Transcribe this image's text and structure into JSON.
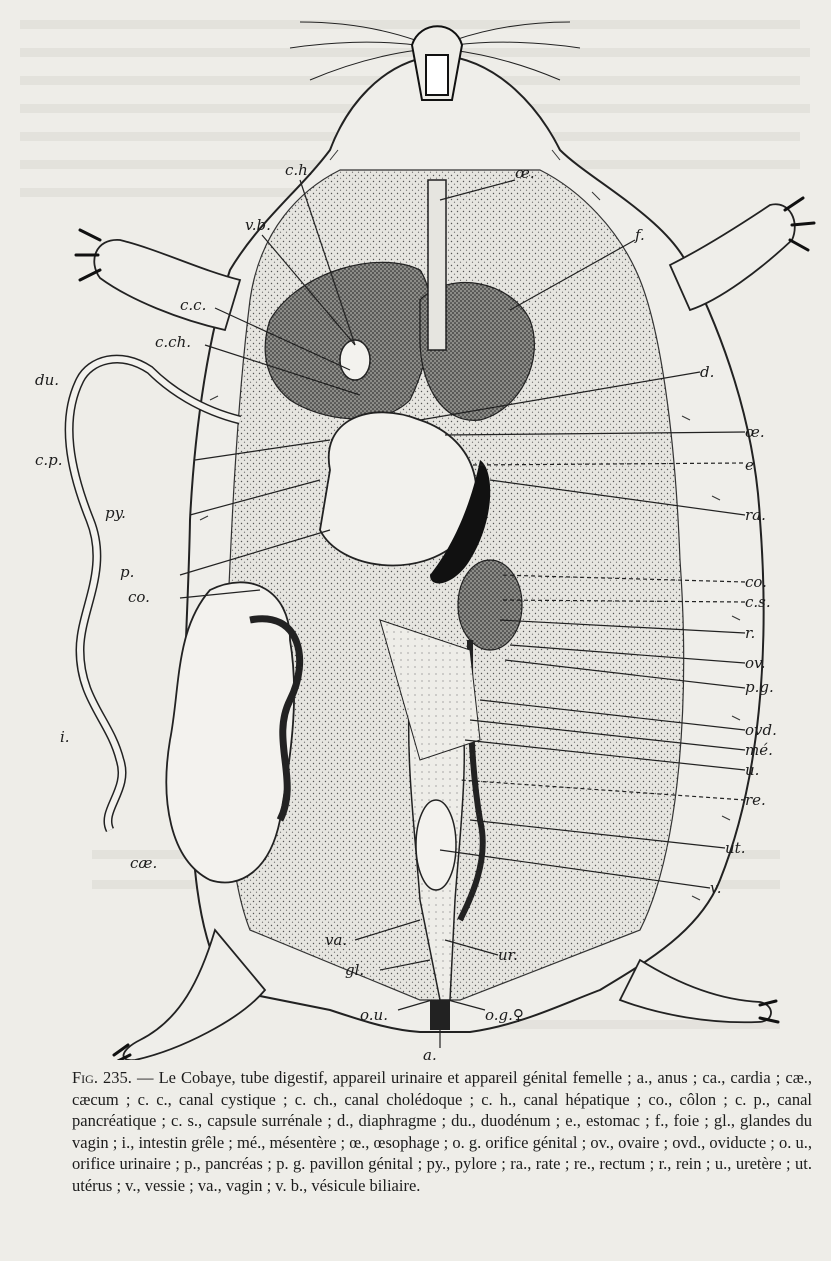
{
  "figure": {
    "labels": {
      "oe_top": "œ.",
      "ch": "c.h.",
      "vb": "v.b.",
      "f": "f.",
      "cc": "c.c.",
      "cch": "c.ch.",
      "du": "du.",
      "d": "d.",
      "oe": "œ.",
      "e": "e",
      "cp": "c.p.",
      "py": "py.",
      "ra": "ra.",
      "p": "p.",
      "co_left": "co.",
      "co_right": "co.",
      "cs": "c.s.",
      "r": "r.",
      "ov": "ov.",
      "pg": "p.g.",
      "i": "i.",
      "ovd": "ovd.",
      "me": "mé.",
      "u": "u.",
      "re": "re.",
      "ut": "ut.",
      "cae": "cæ.",
      "v": "v.",
      "va": "va.",
      "ur": "ur.",
      "gl": "gl.",
      "ou": "o.u.",
      "og": "o.g.♀",
      "a": "a."
    }
  },
  "caption": {
    "prefix": "Fig. 235. —",
    "text": "Le Cobaye, tube digestif, appareil urinaire et appareil génital femelle ; a., anus ; ca., cardia ; cæ., cæcum ; c. c., canal cystique ; c. ch., canal cholédoque ; c. h., canal hépatique ; co., côlon ; c. p., canal pancréatique ; c. s., capsule surrénale ; d., diaphragme ; du., duodénum ; e., estomac ; f., foie ; gl., glandes du vagin ; i., intestin grêle ; mé., mésentère ; œ., œsophage ; o. g. orifice génital ; ov., ovaire ; ovd., oviducte ; o. u., orifice urinaire ; p., pancréas ; p. g. pavillon génital ; py., pylore ; ra., rate ; re., rectum ; r., rein ; u., uretère ; ut. utérus ; v., vessie ; va., vagin ; v. b., vésicule biliaire."
  }
}
